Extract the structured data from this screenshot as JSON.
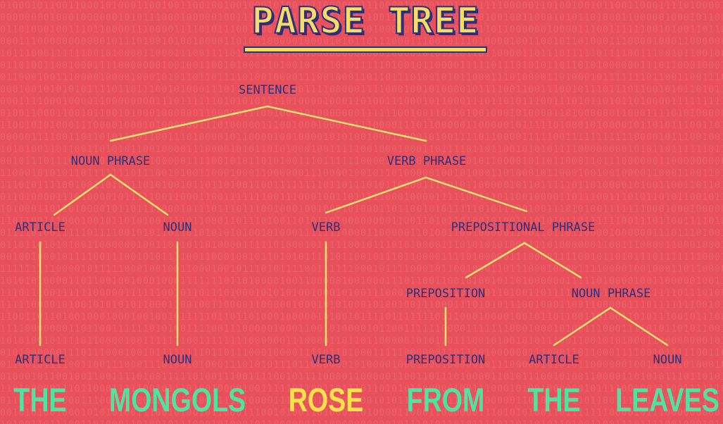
{
  "title": "PARSE TREE",
  "nodes": {
    "sentence": "SENTENCE",
    "noun_phrase_1": "NOUN PHRASE",
    "verb_phrase": "VERB PHRASE",
    "article_1": "ARTICLE",
    "noun_1": "NOUN",
    "verb_1": "VERB",
    "prepositional_phrase": "PREPOSITIONAL PHRASE",
    "preposition_1": "PREPOSITION",
    "noun_phrase_2": "NOUN PHRASE",
    "leaf_article_1": "ARTICLE",
    "leaf_noun_1": "NOUN",
    "leaf_verb": "VERB",
    "leaf_preposition": "PREPOSITION",
    "leaf_article_2": "ARTICLE",
    "leaf_noun_2": "NOUN"
  },
  "words": [
    "THE",
    "MONGOLS",
    "ROSE",
    "FROM",
    "THE",
    "LEAVES"
  ],
  "colors": {
    "background": "#e8505b",
    "node_text": "#2e2f7a",
    "edge": "#f5e06e",
    "title_fill": "#f5dc6a",
    "title_outline": "#2e2f7a",
    "word": "#4fe3a0",
    "word_highlight": "#f7e24a"
  },
  "highlighted_word_index": 2
}
